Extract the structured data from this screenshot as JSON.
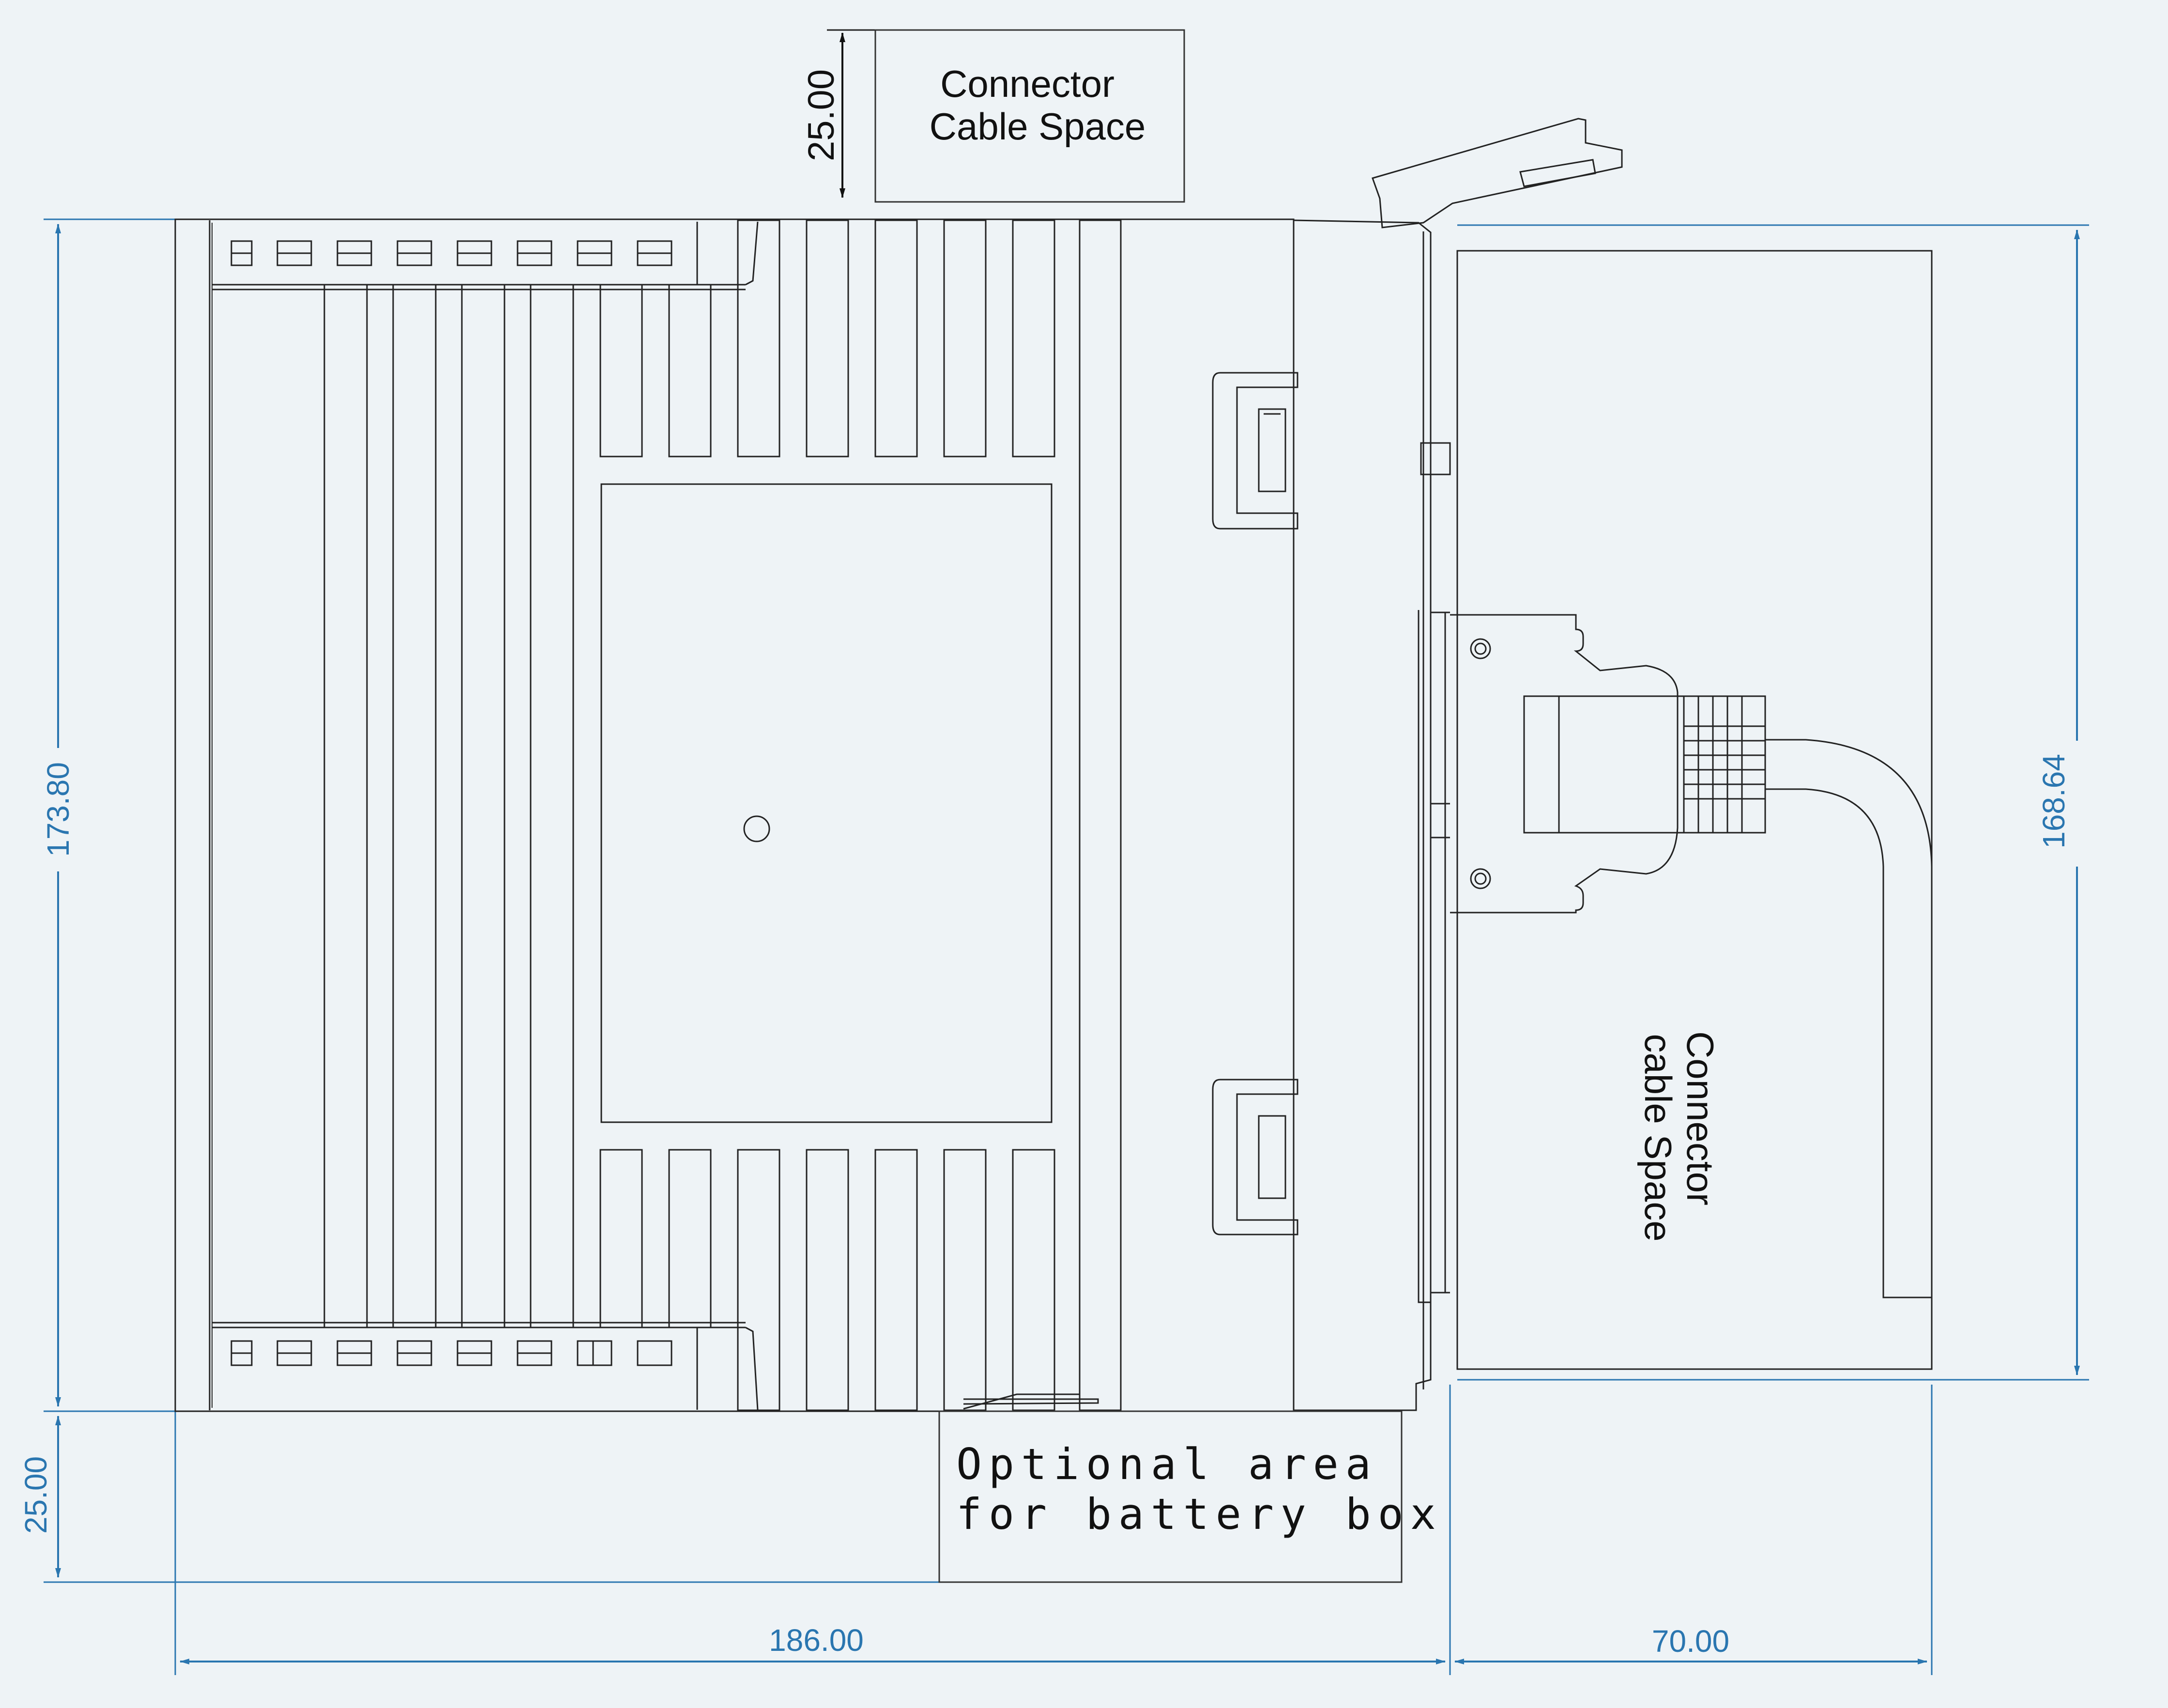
{
  "dimensions": {
    "overall_height": "173.80",
    "connector_height": "168.64",
    "top_cable_space": "25.00",
    "bottom_battery_space": "25.00",
    "body_width": "186.00",
    "connector_width": "70.00"
  },
  "labels": {
    "top_space_line1": "Connector",
    "top_space_line2": "Cable Space",
    "side_space_line1": "Connector",
    "side_space_line2": "cable Space",
    "battery_line1": "Optional area",
    "battery_line2": "for battery box"
  },
  "colors": {
    "background": "#eef3f6",
    "dimension": "#2a76b0",
    "outline": "#222222"
  }
}
